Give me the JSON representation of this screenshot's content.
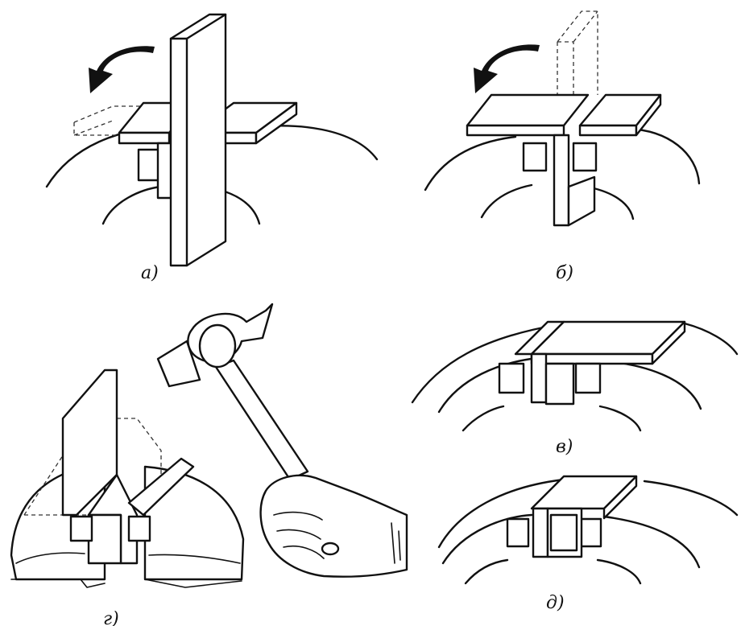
{
  "figure": {
    "panels": [
      {
        "id": "a",
        "label": "а)"
      },
      {
        "id": "b",
        "label": "б)"
      },
      {
        "id": "v",
        "label": "в)"
      },
      {
        "id": "g",
        "label": "г)"
      },
      {
        "id": "d",
        "label": "д)"
      }
    ],
    "colors": {
      "ink": "#111111",
      "paper": "#ffffff"
    },
    "icons": [
      "bend-arrow-icon",
      "hammer-icon",
      "hand-icon"
    ]
  }
}
